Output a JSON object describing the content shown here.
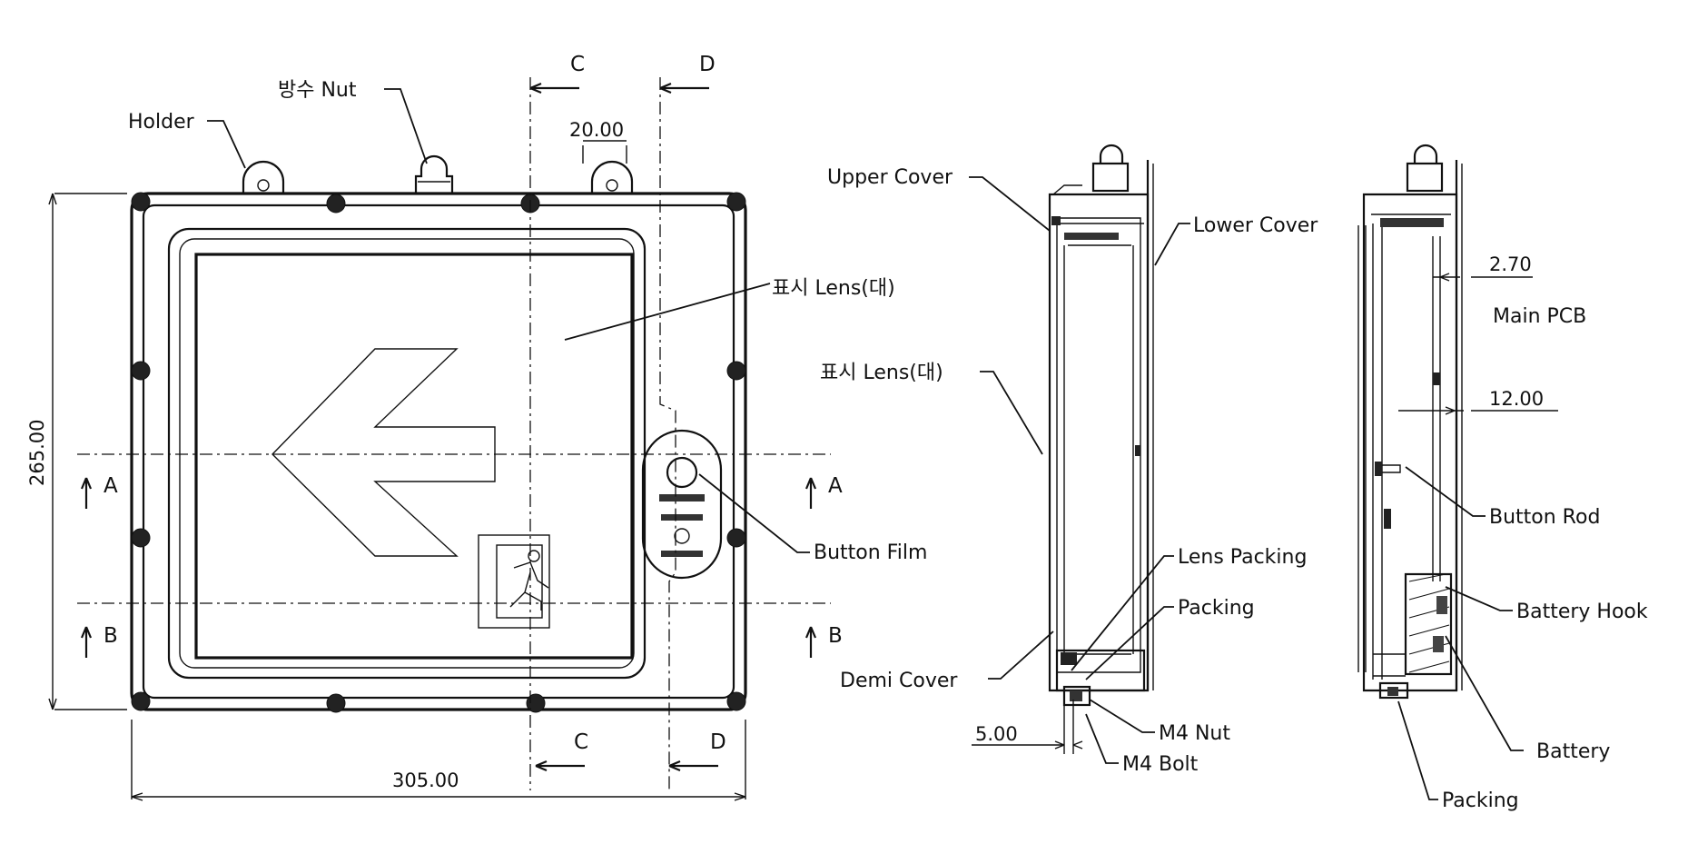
{
  "labels": {
    "holder": "Holder",
    "waterproof_nut": "방수 Nut",
    "display_lens_front": "표시 Lens(대)",
    "button_film": "Button Film",
    "upper_cover": "Upper Cover",
    "lower_cover": "Lower Cover",
    "display_lens_side": "표시 Lens(대)",
    "lens_packing": "Lens Packing",
    "packing_side": "Packing",
    "demi_cover": "Demi Cover",
    "m4_nut": "M4 Nut",
    "m4_bolt": "M4 Bolt",
    "main_pcb": "Main PCB",
    "button_rod": "Button Rod",
    "battery_hook": "Battery Hook",
    "battery": "Battery",
    "packing_bottom": "Packing"
  },
  "dimensions": {
    "height": "265.00",
    "width": "305.00",
    "holder_width": "20.00",
    "bolt_offset": "5.00",
    "pcb_thickness": "2.70",
    "pcb_gap": "12.00"
  },
  "sections": {
    "a": "A",
    "b": "B",
    "c": "C",
    "d": "D"
  }
}
